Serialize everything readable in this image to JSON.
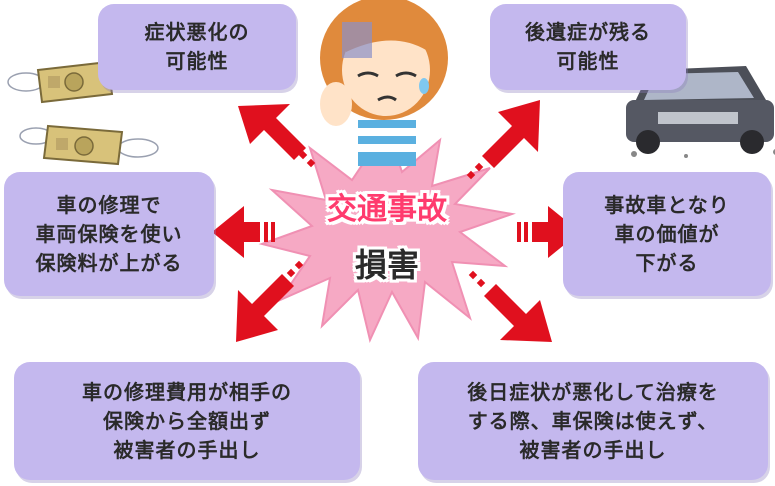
{
  "center": {
    "line1": "交通事故",
    "line2": "損害"
  },
  "boxes": {
    "top_left": [
      "症状悪化の",
      "可能性"
    ],
    "top_right": [
      "後遺症が残る",
      "可能性"
    ],
    "mid_left": [
      "車の修理で",
      "車両保険を使い",
      "保険料が上がる"
    ],
    "mid_right": [
      "事故車となり",
      "車の価値が",
      "下がる"
    ],
    "bottom_left": [
      "車の修理費用が相手の",
      "保険から全額出ず",
      "被害者の手出し"
    ],
    "bottom_right": [
      "後日症状が悪化して治療を",
      "する際、車保険は使えず、",
      "被害者の手出し"
    ]
  },
  "colors": {
    "box_fill": "#c4b8ee",
    "arrow": "#e0101e",
    "burst": "#f6a9c4"
  },
  "icons": [
    "worried-woman-icon",
    "flying-money-icon",
    "damaged-car-icon"
  ]
}
